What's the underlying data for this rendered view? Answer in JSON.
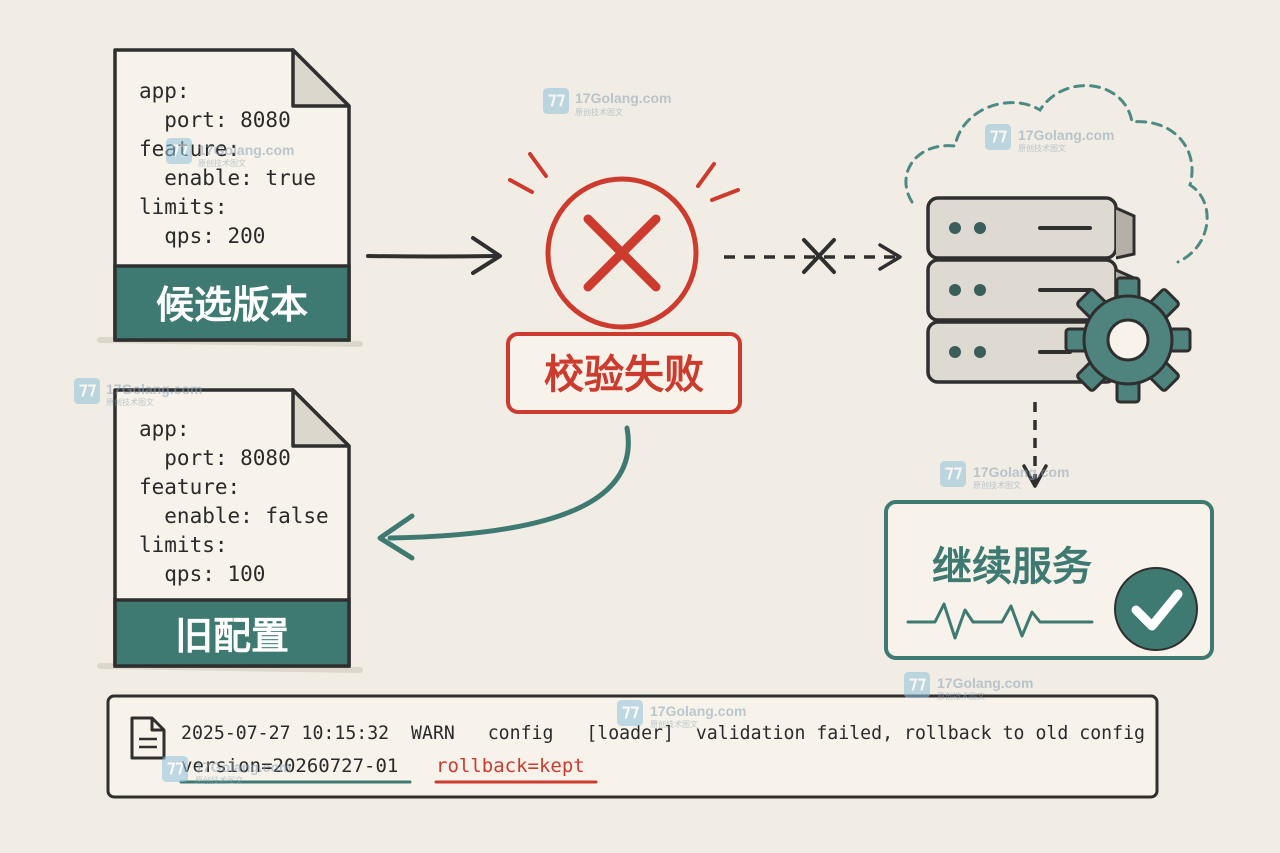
{
  "candidate_file": {
    "lines": [
      "app:",
      "  port: 8080",
      "feature:",
      "  enable: true",
      "limits:",
      "  qps: 200"
    ],
    "label": "候选版本"
  },
  "old_file": {
    "lines": [
      "app:",
      "  port: 8080",
      "feature:",
      "  enable: false",
      "limits:",
      "  qps: 100"
    ],
    "label": "旧配置"
  },
  "validation": {
    "label": "校验失败"
  },
  "service": {
    "label": "继续服务"
  },
  "log": {
    "line1": "2025-07-27 10:15:32  WARN   config   [loader]  validation failed, rollback to old config",
    "version": "version=20260727-01",
    "rollback": "rollback=kept"
  },
  "watermark": {
    "title": "17Golang.com",
    "subtitle": "原创技术图文"
  },
  "colors": {
    "background": "#f2ede4",
    "teal": "#3e7a72",
    "red": "#cc3b2e",
    "ink": "#2f2f2f",
    "server": "#dedad2"
  }
}
